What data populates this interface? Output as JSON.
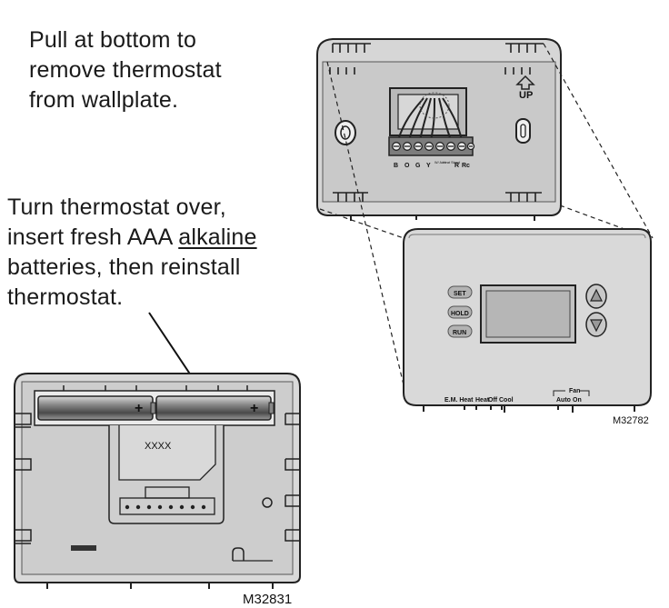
{
  "captions": {
    "pull": [
      "Pull at bottom to",
      "remove thermostat",
      "from wallplate."
    ],
    "turn_line1": "Turn thermostat over,",
    "turn_line2_pre": "insert fresh AAA ",
    "turn_line2_underlined": "alkaline",
    "turn_line3": "batteries, then reinstall",
    "turn_line4": "thermostat."
  },
  "wallplate": {
    "up_label": "UP",
    "terminals": [
      "B",
      "O",
      "G",
      "Y",
      "Aux",
      "Stand",
      "R",
      "Rc"
    ],
    "terminal_small": [
      "W/ Aux",
      "Heat Stand"
    ]
  },
  "thermostat": {
    "buttons": [
      "SET",
      "HOLD",
      "RUN"
    ],
    "system_switch": [
      "E.M. Heat",
      "Heat",
      "Off",
      "Cool"
    ],
    "fan_label": "Fan",
    "fan_switch": [
      "Auto",
      "On"
    ],
    "figure_code": "M32782"
  },
  "back_view": {
    "battery_mark_1": "+",
    "battery_mark_2": "+",
    "compartment_text": "XXXX",
    "figure_code": "M32831"
  }
}
